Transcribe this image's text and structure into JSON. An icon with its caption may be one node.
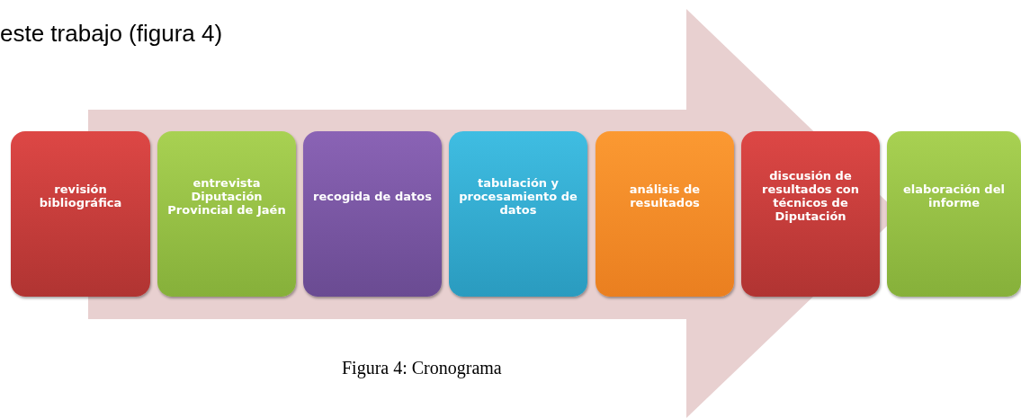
{
  "diagram": {
    "caption": "Figura 4: Cronograma",
    "nodes": [
      {
        "text": [
          "revisión bibliográfica"
        ]
      },
      {
        "text": [
          "entrevista Diputación Provincial de Jaén"
        ]
      },
      {
        "text": [
          "recogida de datos"
        ]
      },
      {
        "text": [
          "tabulación y procesamiento de datos"
        ]
      },
      {
        "text": [
          "análisis de resultados"
        ]
      },
      {
        "text": [
          "discusión de resultados con técnicos de Diputación"
        ]
      },
      {
        "text": [
          "elaboración del informe"
        ]
      }
    ],
    "edges": [
      {
        "from": 0,
        "to": 6,
        "arrow": "to"
      }
    ],
    "labels": [
      "este trabajo (figura 4)"
    ]
  }
}
